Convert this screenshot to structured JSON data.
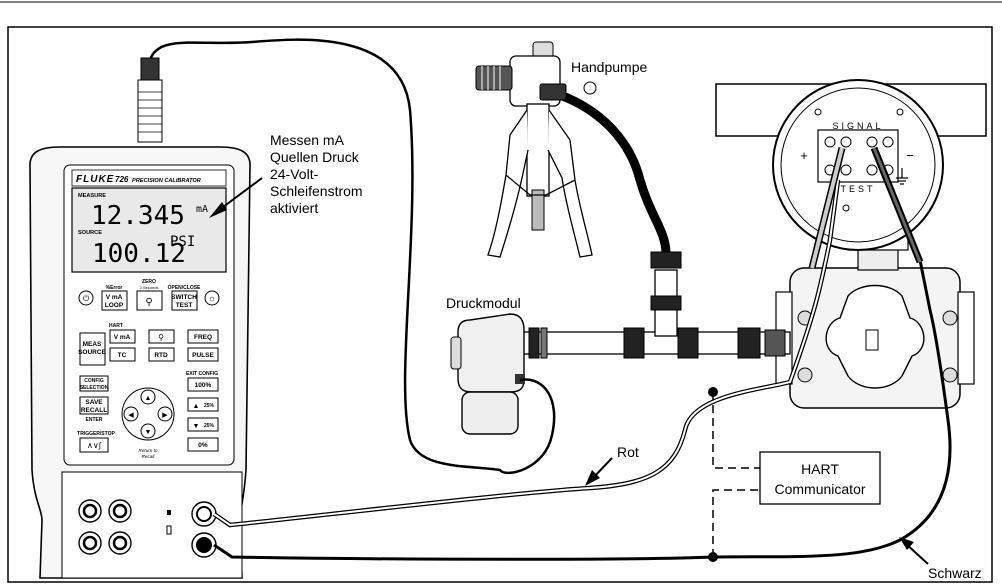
{
  "labels": {
    "handpump": "Handpumpe",
    "measure_note": [
      "Messen mA",
      "Quellen Druck",
      "24-Volt-",
      "Schleifenstrom",
      "aktiviert"
    ],
    "pressure_module": "Druckmodul",
    "red_lead": "Rot",
    "black_lead": "Schwarz",
    "hart_communicator": [
      "HART",
      "Communicator"
    ]
  },
  "calibrator": {
    "brand": "FLUKE",
    "model": "726",
    "model_desc": "PRECISION CALIBRATOR",
    "measure_label": "MEASURE",
    "measure_value": "12.345",
    "measure_unit": "mA",
    "source_label": "SOURCE",
    "source_value": "100.12",
    "source_unit": "PSI",
    "keys": {
      "error_caption": "%Error",
      "vma_loop": [
        "V mA",
        "LOOP"
      ],
      "zero_caption": [
        "ZERO",
        "3 Seconds"
      ],
      "open_close_caption": "OPEN/CLOSE",
      "switch_test": [
        "SWITCH",
        "TEST"
      ],
      "hart_caption": "HART",
      "vma": "V mA",
      "freq": "FREQ",
      "meas_source": [
        "MEAS",
        "SOURCE"
      ],
      "tc": "TC",
      "rtd": "RTD",
      "pulse": "PULSE",
      "exit_config": "EXIT CONFIG",
      "config_selection": [
        "CONFIG",
        "SELECTION"
      ],
      "pct100": "100%",
      "save_recall": [
        "SAVE",
        "RECALL"
      ],
      "enter": "ENTER",
      "pct25_up": "25%",
      "pct25_down": "25%",
      "pct0": "0%",
      "trigger_stop": "TRIGGER/STOP",
      "return_recall": [
        "Return to",
        "Recall"
      ]
    }
  },
  "transmitter": {
    "signal": "SIGNAL",
    "test": "TEST",
    "plus": "+",
    "minus": "−"
  }
}
